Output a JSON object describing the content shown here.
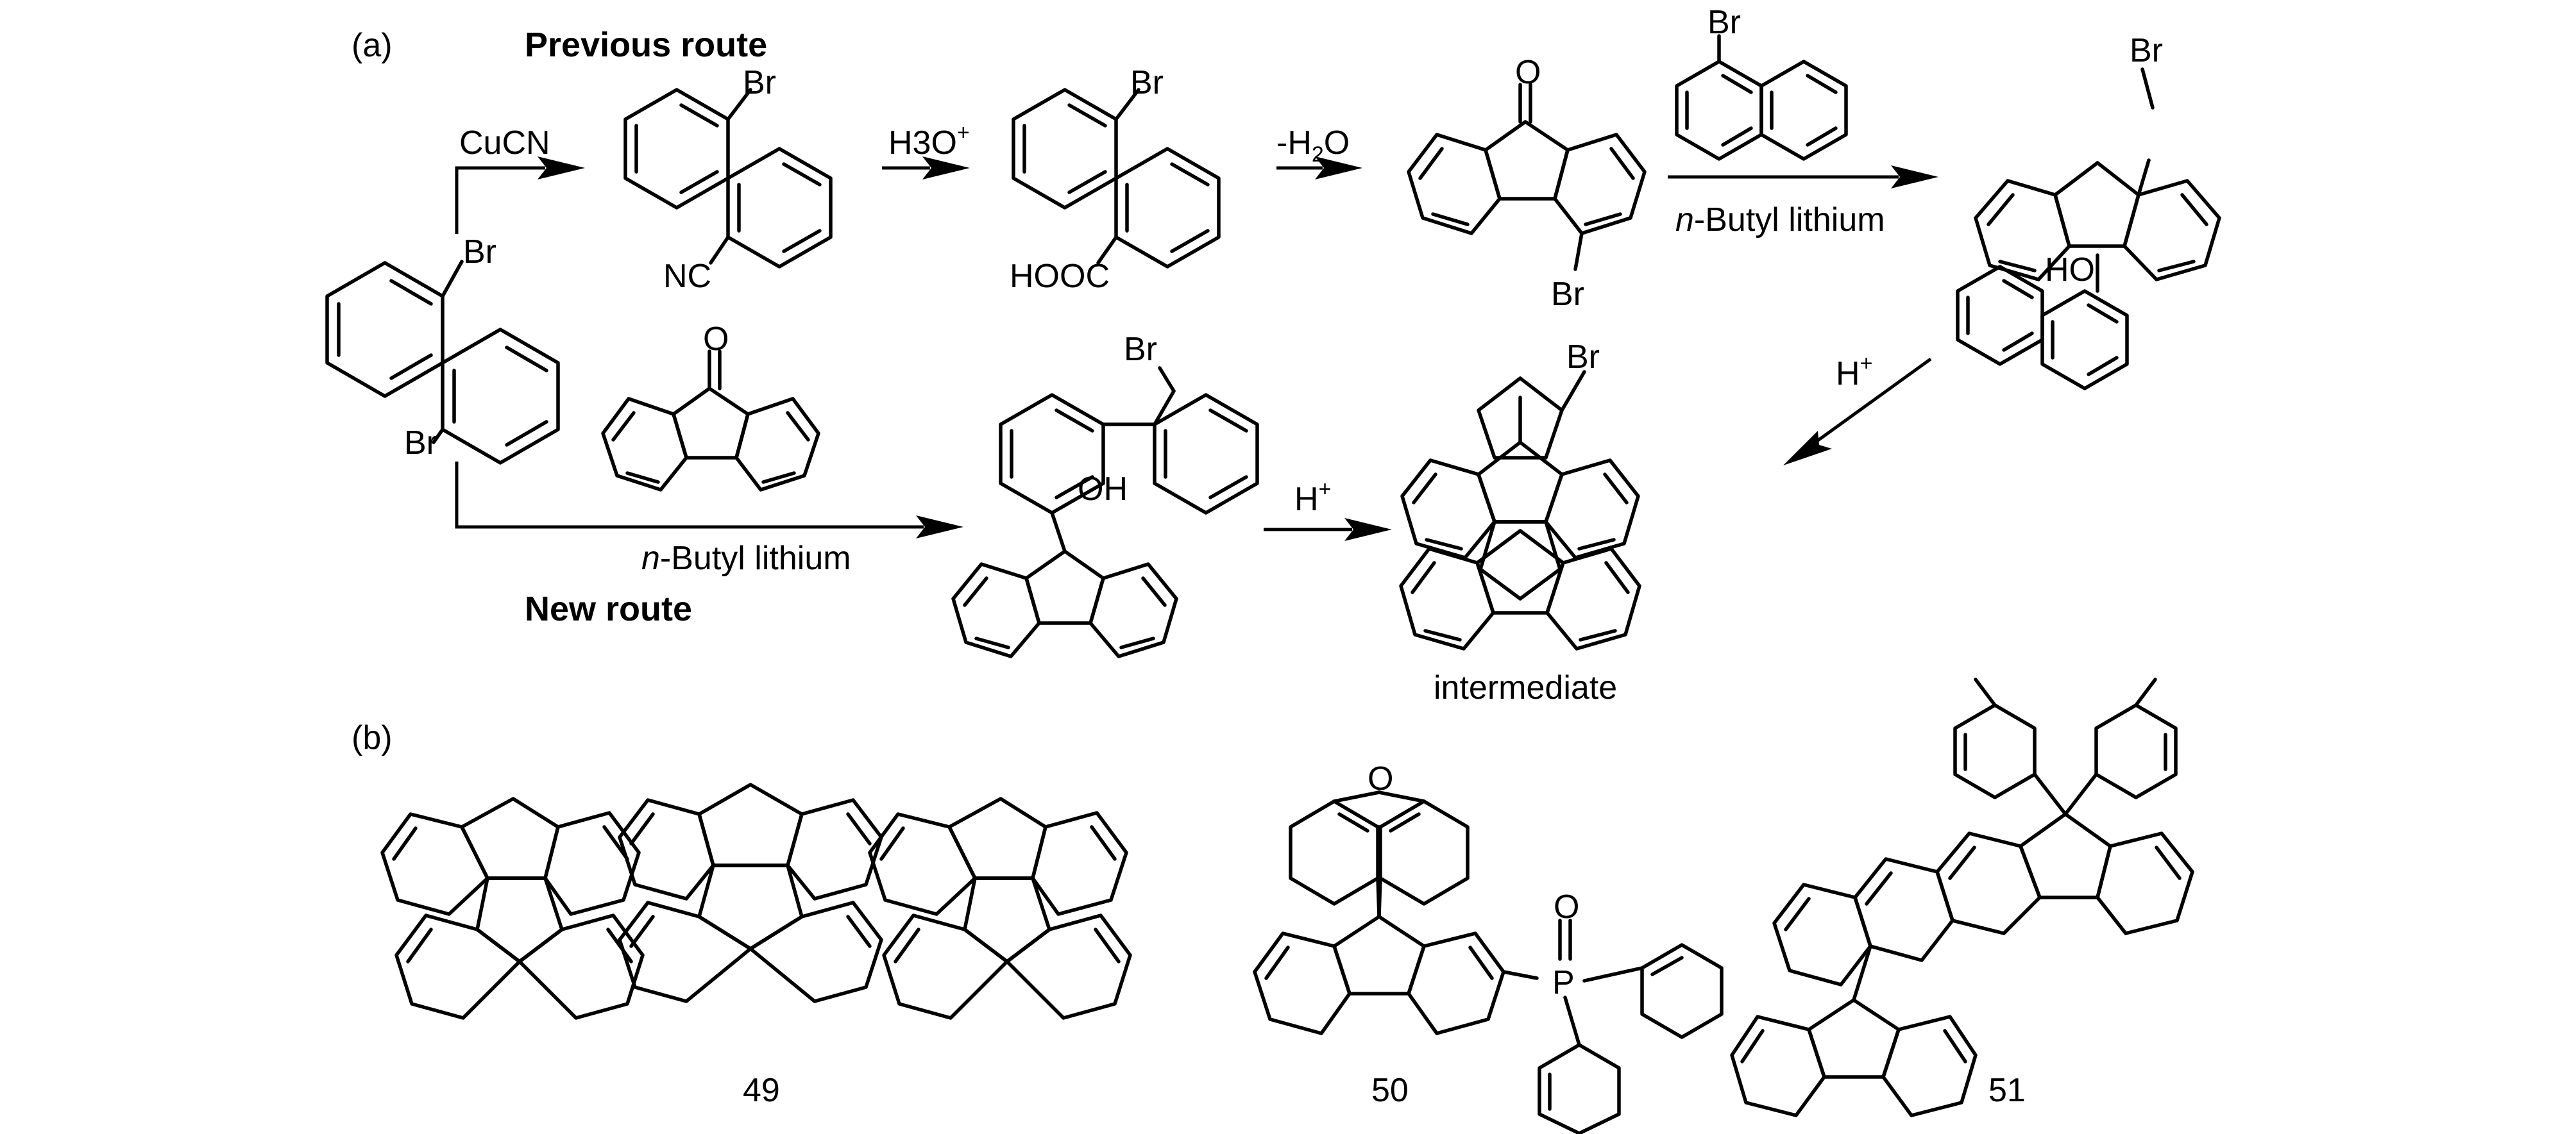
{
  "figure": {
    "panel_a": "(a)",
    "panel_b": "(b)",
    "previous_route": "Previous route",
    "new_route": "New route",
    "intermediate": "intermediate"
  },
  "reagents": {
    "cucn": "CuCN",
    "h3o": "H3O",
    "h3o_plus": "+",
    "dehydration_minus": "-H",
    "dehydration_2": "2",
    "dehydration_o": "O",
    "n_prefix": "n",
    "butyl_lithium": "-Butyl lithium",
    "h_acid": "H",
    "plus": "+"
  },
  "atoms": {
    "br": "Br",
    "nc": "NC",
    "hooc": "HOOC",
    "o": "O",
    "oh": "OH",
    "ho": "HO",
    "p": "P"
  },
  "compounds": {
    "c49": "49",
    "c50": "50",
    "c51": "51"
  }
}
